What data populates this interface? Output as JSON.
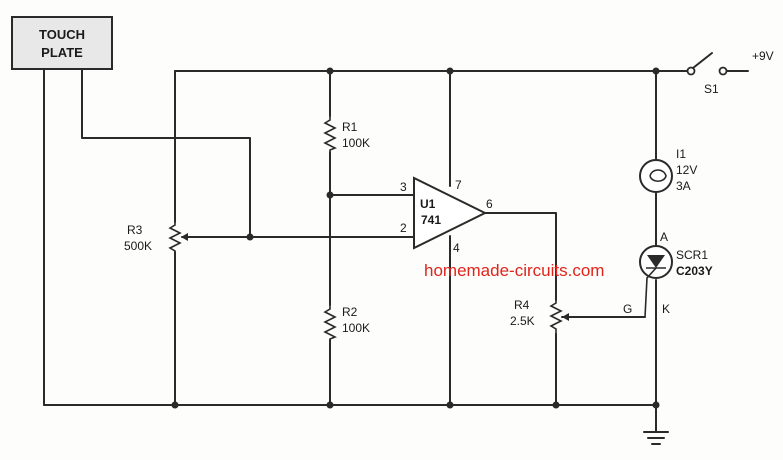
{
  "touch_plate": {
    "line1": "TOUCH",
    "line2": "PLATE"
  },
  "supply": {
    "label": "+9V"
  },
  "switch": {
    "label": "S1"
  },
  "lamp": {
    "name": "I1",
    "voltage": "12V",
    "current": "3A"
  },
  "r1": {
    "name": "R1",
    "value": "100K"
  },
  "r2": {
    "name": "R2",
    "value": "100K"
  },
  "r3": {
    "name": "R3",
    "value": "500K"
  },
  "r4": {
    "name": "R4",
    "value": "2.5K"
  },
  "opamp": {
    "name": "U1",
    "part": "741",
    "pin_noninv": "3",
    "pin_inv": "2",
    "pin_vplus": "7",
    "pin_vminus": "4",
    "pin_out": "6"
  },
  "scr": {
    "name": "SCR1",
    "part": "C203Y",
    "anode": "A",
    "gate": "G",
    "cathode": "K"
  },
  "watermark": "homemade-circuits.com"
}
